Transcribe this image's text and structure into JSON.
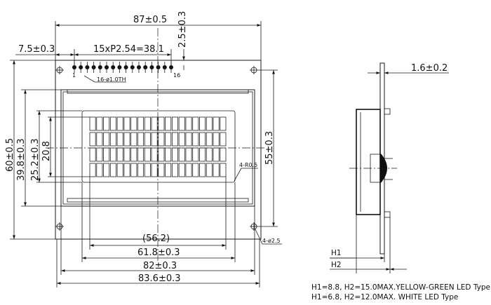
{
  "front_view": {
    "dim_total_width": "87±0.5",
    "dim_top_offset": "2.5±0.3",
    "dim_pin_offset": "7.5±0.3",
    "dim_pin_pitch": "15xP2.54=38.1",
    "pin_first": "1",
    "pin_last": "16",
    "pin_hole_note": "16-ø1.0TH",
    "dim_outer_height": "60±0.5",
    "dim_bezel_height": "39.8±0.3",
    "dim_view_height": "25.2±0.3",
    "dim_active_height": "20.8",
    "dim_hole_pitch_v": "55±0.3",
    "corner_radius_note": "4-R0.5",
    "hole_note": "4-ø2.5",
    "dim_active_width": "(56.2)",
    "dim_view_width": "61.8±0.3",
    "dim_bezel_width": "82±0.3",
    "dim_outer_width": "83.6±0.3",
    "char_rows": 4,
    "char_cols": 20
  },
  "side_view": {
    "dim_pcb_thickness": "1.6±0.2",
    "label_h1": "H1",
    "label_h2": "H2"
  },
  "notes": [
    "H1=8.8, H2=15.0MAX.YELLOW-GREEN LED Type",
    "H1=6.8, H2=12.0MAX. WHITE LED Type"
  ]
}
